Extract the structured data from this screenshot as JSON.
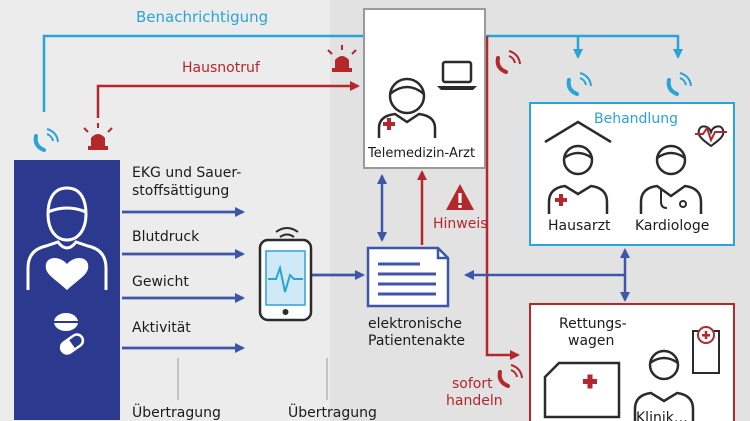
{
  "notification_label": "Benachrichtigung",
  "home_alarm_label": "Hausnotruf",
  "telemedicine": {
    "label": "Telemedizin-Arzt"
  },
  "treatment": {
    "title": "Behandlung",
    "gp_label": "Hausarzt",
    "cardiology_label": "Kardiologe"
  },
  "vitals": [
    {
      "label_line1": "EKG und Sauer-",
      "label_line2": "stoffsättigung"
    },
    {
      "label_line1": "Blutdruck"
    },
    {
      "label_line1": "Gewicht"
    },
    {
      "label_line1": "Aktivität"
    }
  ],
  "record": {
    "line1": "elektronische",
    "line2": "Patientenakte"
  },
  "alert_label": "Hinweis",
  "emergency": {
    "line1": "Rettungs-",
    "line2": "wagen",
    "hospital_partial": "Klinik…"
  },
  "urgent": {
    "line1": "sofort",
    "line2": "handeln"
  },
  "transfer_left": "Übertragung",
  "transfer_right": "Übertragung",
  "colors": {
    "blue": "#2aa4d6",
    "red": "#b3272d",
    "navy": "#2b3a8f",
    "arrow_blue": "#3d56a8"
  }
}
